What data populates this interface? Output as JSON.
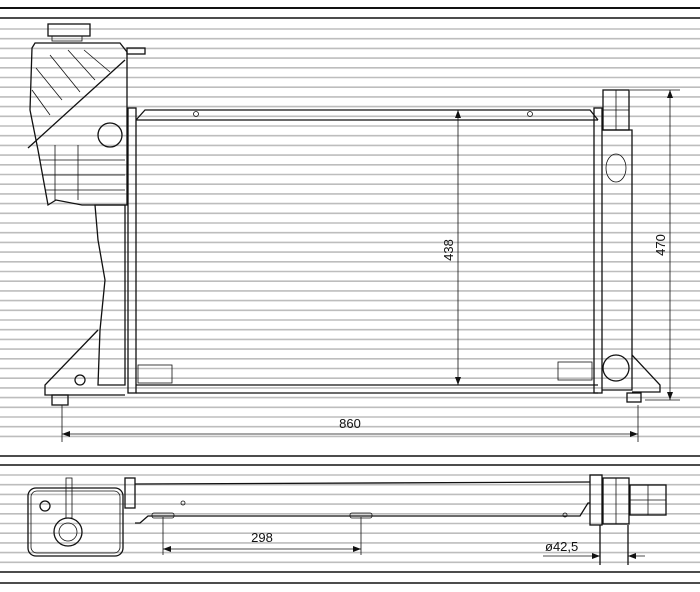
{
  "drawing": {
    "front_view": {
      "core_height_label": "438",
      "overall_height_label": "470",
      "overall_width_label": "860"
    },
    "top_view": {
      "mount_spacing_label": "298",
      "pipe_diameter_label": "ø42,5"
    },
    "colors": {
      "line": "#111111",
      "fin_lines": "#bdbdbd",
      "background": "#ffffff"
    }
  }
}
